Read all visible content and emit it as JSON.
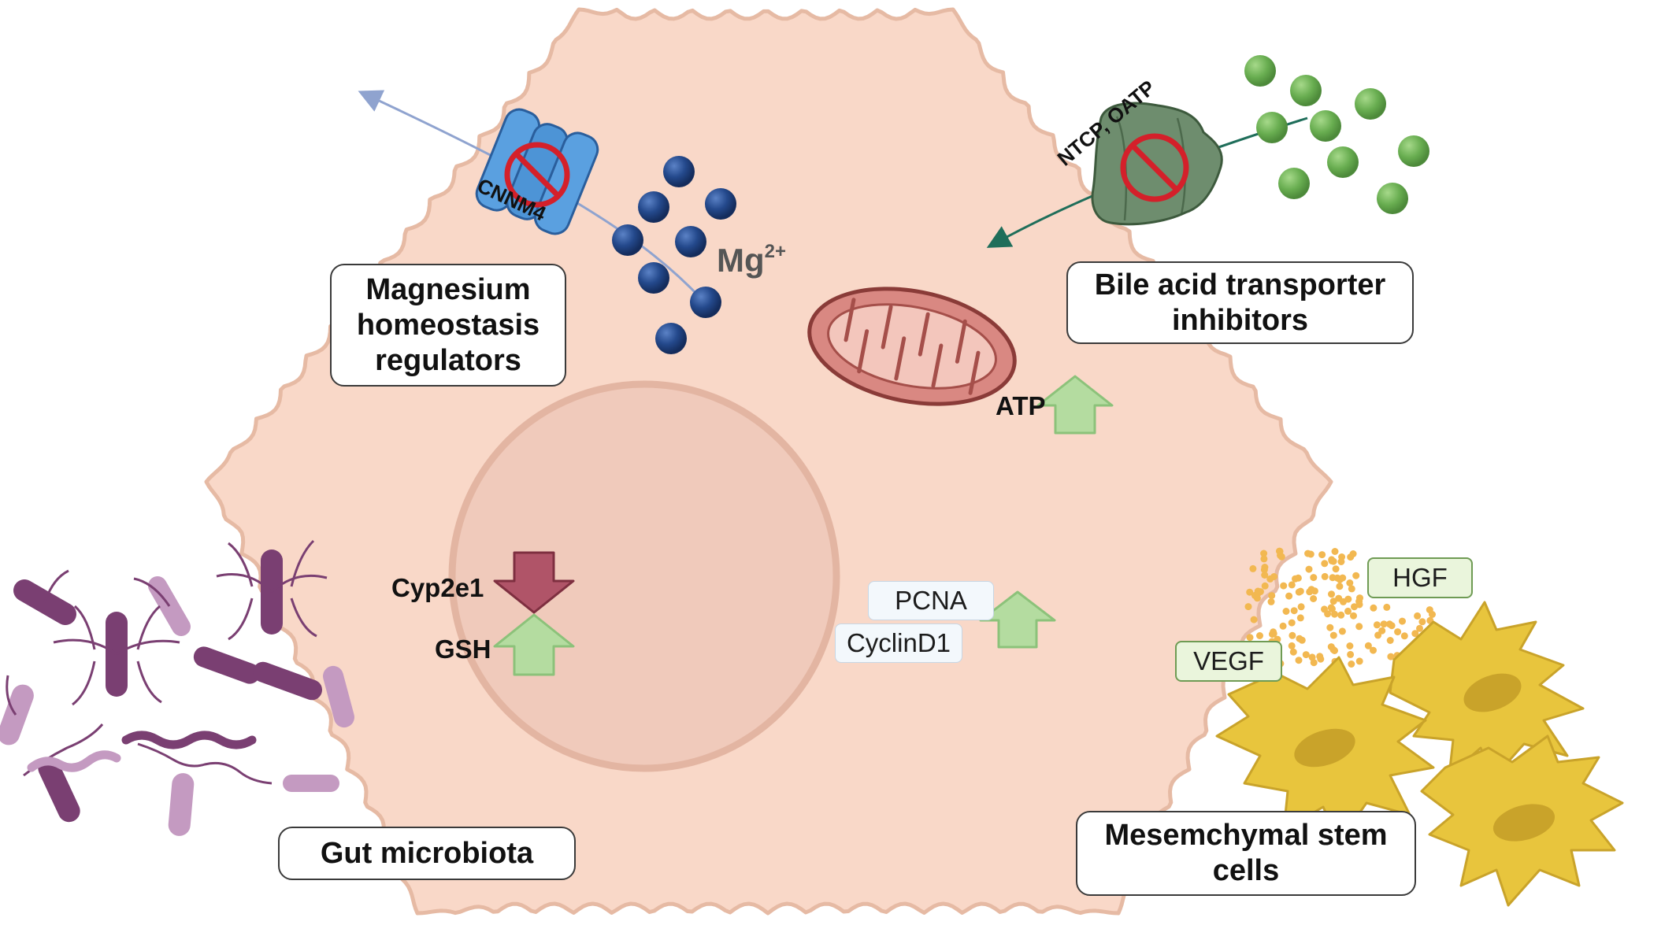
{
  "labels": {
    "magnesium_box": [
      "Magnesium",
      "homeostasis",
      "regulators"
    ],
    "bile_box": [
      "Bile acid transporter",
      "inhibitors"
    ],
    "gut_box": "Gut microbiota",
    "msc_box": [
      "Mesemchymal stem",
      "cells"
    ],
    "cnnm4": "CNNM4",
    "ntcp": "NTCP, OATP",
    "mg_base": "Mg",
    "mg_sup": "2+",
    "atp": "ATP",
    "cyp2e1": "Cyp2e1",
    "gsh": "GSH",
    "pcna": "PCNA",
    "cyclind1": "CyclinD1",
    "hgf": "HGF",
    "vegf": "VEGF"
  },
  "colors": {
    "cell_fill": "#f9d8c8",
    "cell_stroke": "#e6baa4",
    "nucleus": "#f0cabb",
    "mg_ion": "#234a8a",
    "bile_acid": "#69ad52",
    "channel_blue": "#4d94d6",
    "transporter_green": "#6e8d6e",
    "inhibit_red": "#d4202a",
    "up_arrow": "#b4dca0",
    "down_arrow": "#b05468",
    "msc_yellow": "#e8c53d",
    "microbe_purple": "#7a3f72"
  },
  "icons": [
    "no-entry-icon",
    "up-arrow-icon",
    "down-arrow-icon",
    "mitochondrion-icon",
    "bacterium-icon",
    "stem-cell-icon"
  ]
}
